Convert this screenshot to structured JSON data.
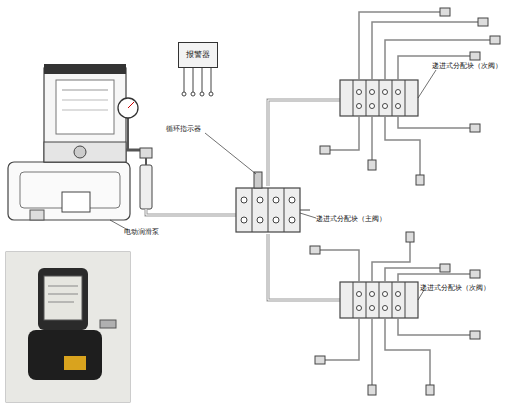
{
  "diagram": {
    "nodes": [
      {
        "text": [
          "报警器"
        ]
      }
    ],
    "labels": [
      "循环指示器",
      "电动润滑泵",
      "递进式分配块（主阀）",
      "递进式分配块（次阀）",
      "递进式分配块（次阀）"
    ]
  }
}
